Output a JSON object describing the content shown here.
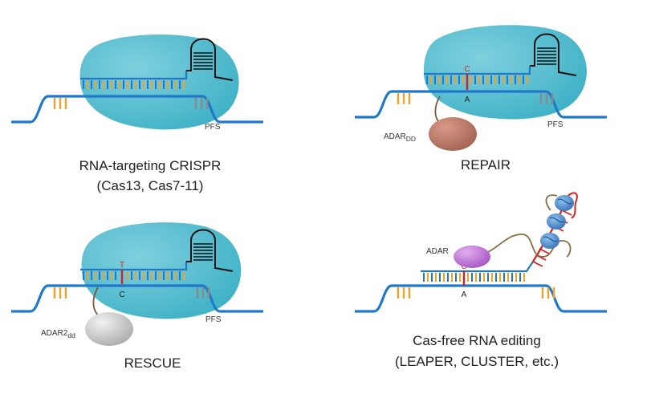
{
  "panels": {
    "crispr": {
      "caption_line1": "RNA-targeting CRISPR",
      "caption_line2": "(Cas13, Cas7-11)",
      "pfs": "PFS"
    },
    "repair": {
      "caption": "REPAIR",
      "pfs": "PFS",
      "enzyme_main": "ADAR",
      "enzyme_sub": "DD",
      "base_top": "C",
      "base_bottom": "A"
    },
    "rescue": {
      "caption": "RESCUE",
      "pfs": "PFS",
      "enzyme_main": "ADAR2",
      "enzyme_sub": "dd",
      "base_top": "T",
      "base_bottom": "C"
    },
    "casfree": {
      "caption_line1": "Cas-free RNA editing",
      "caption_line2": "(LEAPER, CLUSTER, etc.)",
      "enzyme": "ADAR",
      "base_top": "C",
      "base_bottom": "A"
    }
  },
  "colors": {
    "rna": "#1f78c8",
    "protein": "#52b9cb",
    "guide_tick_blue": "#1f78c8",
    "guide_tick_orange": "#f0a12c",
    "seed": "#f0a12c",
    "pfs_tick": "#8a8a8a",
    "edit": "#d62020",
    "adar_dd": "#b87464",
    "adar2_dd": "#c8c8c8",
    "adar_purple": "#b76ad0"
  }
}
